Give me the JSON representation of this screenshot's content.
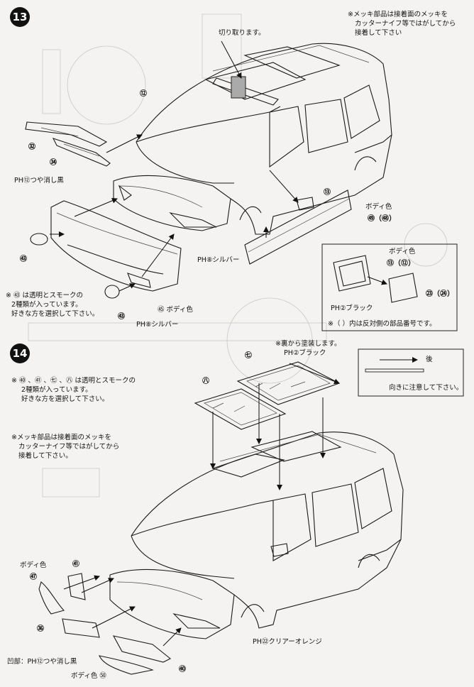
{
  "step13": {
    "number": "13",
    "chrome_note": [
      "※メッキ部品は接着面のメッキを",
      "カッターナイフ等ではがしてから",
      "接着して下さい"
    ],
    "cut_note": "切り取ります。",
    "labels": {
      "p12": "⑫",
      "p32": "㉜",
      "p34": "㉞",
      "ph12_flat_black": "PH⑫つや消し黒",
      "p13": "⑬",
      "body_color": "ボディ色",
      "p49_48": "㊾（㊽）",
      "p78a": "㊸",
      "silver1": "PH⑧シルバー",
      "p45_body": "㊺ ボディ色",
      "silver2": "PH⑧シルバー",
      "p78b": "㊸"
    },
    "clear_note": [
      "※ ㊸ は透明とスモークの",
      "2種類が入っています。",
      "好きな方を選択して下さい。"
    ],
    "inset": {
      "body_color": "ボディ色",
      "p13_12": "⑬（⑫）",
      "black": "PH②ブラック",
      "p23_24": "㉓（㉔）",
      "note": "※（ ）内は反対側の部品番号です。"
    }
  },
  "step14": {
    "number": "14",
    "paint_note": [
      "※裏から塗装します。",
      "PH②ブラック"
    ],
    "p71": "㊆",
    "p72": "㊇",
    "clear_note": [
      "※ ㊵ 、㊶ 、㊆ 、㊇ は透明とスモークの",
      "2種類が入っています。",
      "好きな方を選択して下さい。"
    ],
    "chrome_note": [
      "※メッキ部品は接着面のメッキを",
      "カッターナイフ等ではがしてから",
      "接着して下さい。"
    ],
    "direction_box": {
      "back": "後",
      "note": "向きに注意して下さい。"
    },
    "labels": {
      "body_color": "ボディ色",
      "p52": "㊼",
      "p61": "㊶",
      "p56": "㊱",
      "recess_black": "凹部：PH⑫つや消し黒",
      "clear_orange": "PH㉒クリアーオレンジ",
      "p60": "㊵",
      "body_color_51": "ボディ色 ㊿"
    }
  }
}
